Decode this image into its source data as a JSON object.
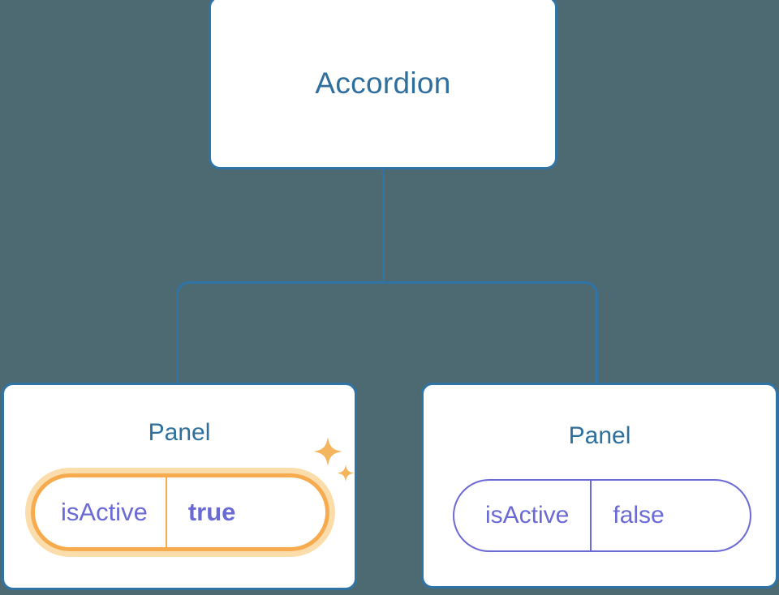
{
  "diagram": {
    "type": "component-tree",
    "background_color": "#4d6a73",
    "root": {
      "label": "Accordion",
      "border_color": "#2f74a5",
      "text_color": "#2e6f9e"
    },
    "connector": {
      "color": "#2f74a5",
      "style": "elbow-bracket"
    },
    "children": [
      {
        "label": "Panel",
        "highlighted": true,
        "prop": {
          "key": "isActive",
          "value": "true",
          "value_bold": true,
          "border_color": "#f5ab4e",
          "glow_color": "#fbdcab",
          "text_color": "#6a6ad6"
        },
        "sparkle_color": "#f5b55e",
        "sparkle_names": [
          "sparkle-large-icon",
          "sparkle-small-icon"
        ]
      },
      {
        "label": "Panel",
        "highlighted": false,
        "prop": {
          "key": "isActive",
          "value": "false",
          "value_bold": false,
          "border_color": "#6a6ad6",
          "text_color": "#6a6ad6"
        }
      }
    ]
  }
}
